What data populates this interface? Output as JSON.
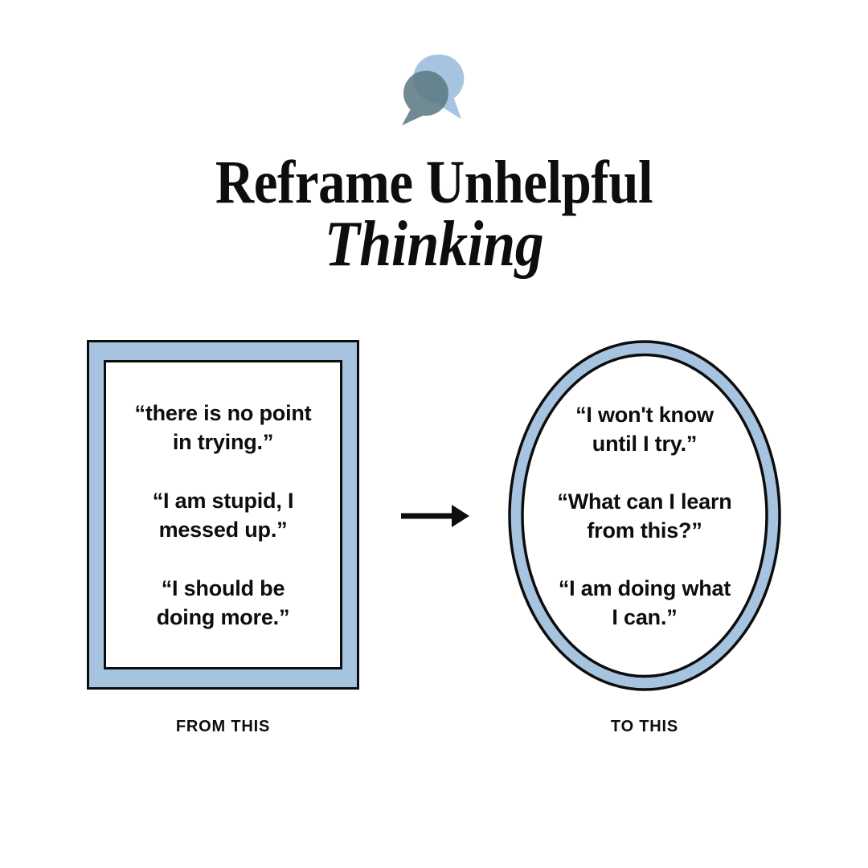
{
  "page": {
    "background_color": "#ffffff",
    "accent_blue": "#a6c4df",
    "accent_teal": "#6d838c",
    "ink": "#0d0d0d"
  },
  "logo": {
    "name": "speech-bubbles-logo",
    "bubble_back_color": "#a6c4df",
    "bubble_front_color": "#6d838c"
  },
  "title": {
    "line1": "Reframe Unhelpful",
    "line2": "Thinking"
  },
  "arrow": {
    "name": "right-arrow",
    "color": "#0d0d0d"
  },
  "left_panel": {
    "caption": "FROM THIS",
    "frame_shape": "rectangle",
    "quotes": [
      "“there is no point\nin trying.”",
      "“I am stupid, I\nmessed up.”",
      "“I should be\ndoing more.”"
    ]
  },
  "right_panel": {
    "caption": "TO THIS",
    "frame_shape": "oval",
    "quotes": [
      "“I won't know\nuntil I try.”",
      "“What can I learn\nfrom this?”",
      "“I am doing what\nI can.”"
    ]
  }
}
